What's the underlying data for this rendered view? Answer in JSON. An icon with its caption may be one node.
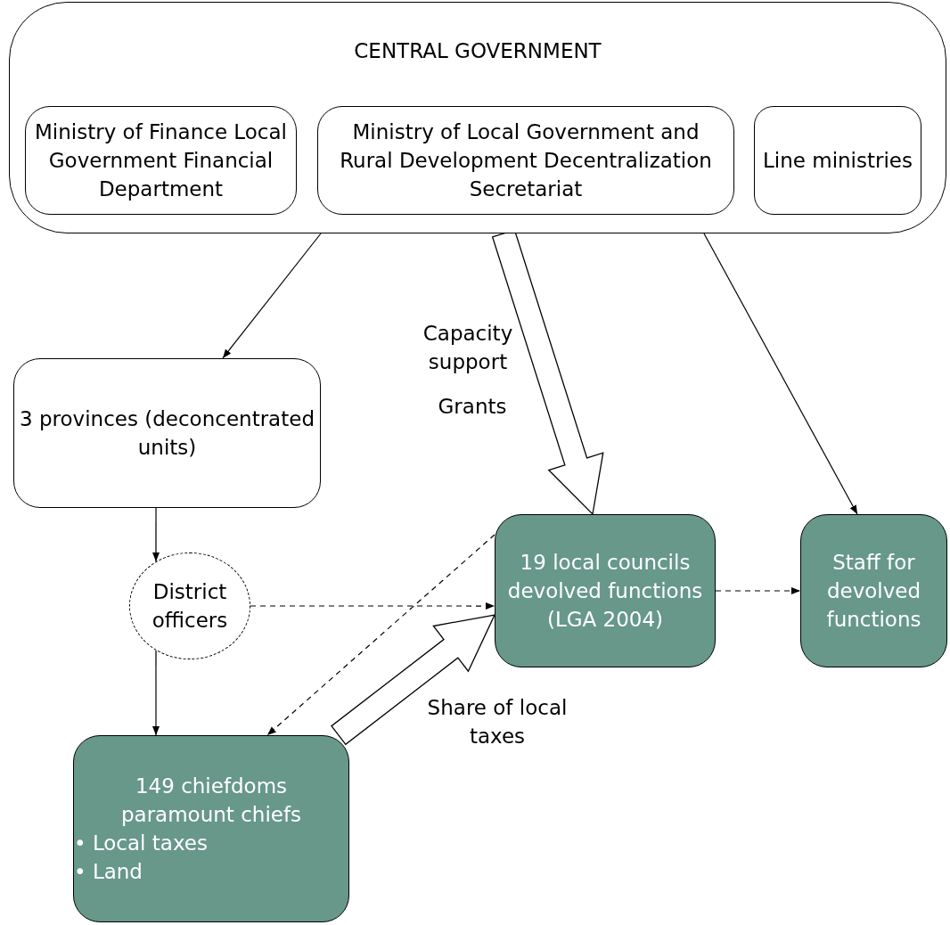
{
  "diagram": {
    "nodes": [
      {
        "text": [
          "CENTRAL GOVERNMENT"
        ]
      },
      {
        "text": [
          "Ministry of Finance Local Government Financial Department"
        ],
        "in": 0
      },
      {
        "text": [
          "Ministry of Local Government and Rural Development Decentralization Secretariat"
        ],
        "in": 0
      },
      {
        "text": [
          "Line ministries"
        ],
        "in": 0
      },
      {
        "text": [
          "3 provinces (deconcentrated units)"
        ]
      },
      {
        "text": [
          "District officers"
        ]
      },
      {
        "text": [
          "19 local councils devolved functions (LGA 2004)"
        ]
      },
      {
        "text": [
          "Staff for devolved functions"
        ]
      },
      {
        "text": [
          "149 chiefdoms paramount chiefs",
          "• Local taxes",
          "• Land"
        ]
      }
    ],
    "edges": [
      {
        "from": 0,
        "to": 4,
        "arrow": "to"
      },
      {
        "from": 0,
        "to": 6,
        "arrow": "to",
        "style": "thick"
      },
      {
        "from": 0,
        "to": 7,
        "arrow": "to"
      },
      {
        "from": 4,
        "to": 5,
        "arrow": "to"
      },
      {
        "from": 5,
        "to": 6,
        "arrow": "to",
        "style": "dashed"
      },
      {
        "from": 5,
        "to": 8,
        "arrow": "to"
      },
      {
        "from": 6,
        "to": 8,
        "arrow": "to",
        "style": "dashed"
      },
      {
        "from": 8,
        "to": 6,
        "arrow": "to",
        "style": "thick"
      },
      {
        "from": 6,
        "to": 7,
        "arrow": "to",
        "style": "dashed"
      }
    ],
    "labels": [
      "Capacity support",
      "Grants",
      "Share of local taxes"
    ]
  }
}
